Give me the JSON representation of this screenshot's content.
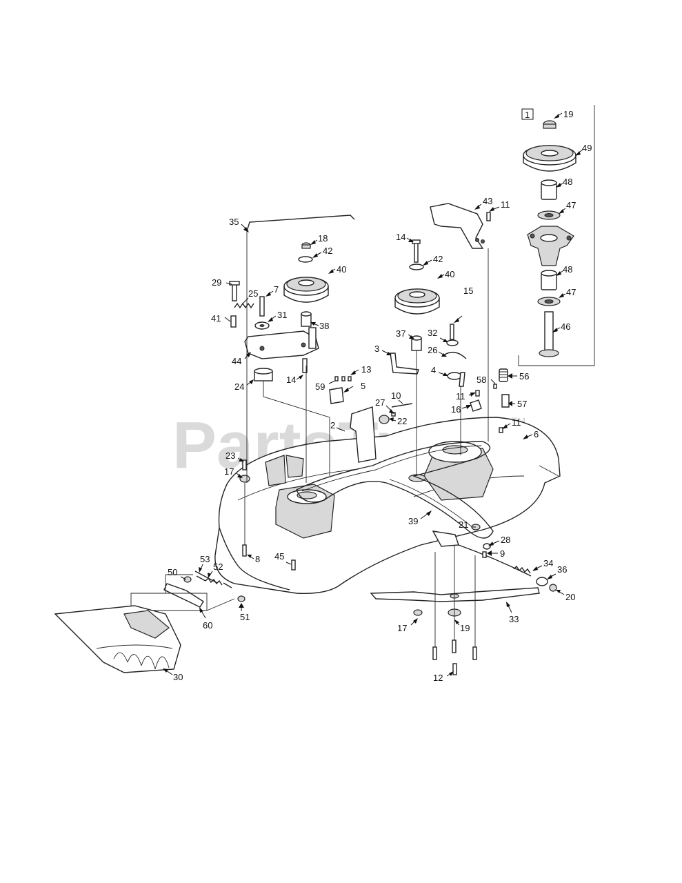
{
  "watermark": {
    "text": "PartsTree",
    "trademark": "TM"
  },
  "kit_marker": "1",
  "callouts": [
    {
      "id": "c19a",
      "label": "19"
    },
    {
      "id": "c49",
      "label": "49"
    },
    {
      "id": "c48a",
      "label": "48"
    },
    {
      "id": "c47a",
      "label": "47"
    },
    {
      "id": "c48b",
      "label": "48"
    },
    {
      "id": "c47b",
      "label": "47"
    },
    {
      "id": "c46",
      "label": "46"
    },
    {
      "id": "c56",
      "label": "56"
    },
    {
      "id": "c57",
      "label": "57"
    },
    {
      "id": "c58",
      "label": "58"
    },
    {
      "id": "c43",
      "label": "43"
    },
    {
      "id": "c11a",
      "label": "11"
    },
    {
      "id": "c35",
      "label": "35"
    },
    {
      "id": "c18",
      "label": "18"
    },
    {
      "id": "c42a",
      "label": "42"
    },
    {
      "id": "c40a",
      "label": "40"
    },
    {
      "id": "c29",
      "label": "29"
    },
    {
      "id": "c25",
      "label": "25"
    },
    {
      "id": "c7",
      "label": "7"
    },
    {
      "id": "c41",
      "label": "41"
    },
    {
      "id": "c31",
      "label": "31"
    },
    {
      "id": "c38",
      "label": "38"
    },
    {
      "id": "c44",
      "label": "44"
    },
    {
      "id": "c24",
      "label": "24"
    },
    {
      "id": "c14a",
      "label": "14"
    },
    {
      "id": "c14b",
      "label": "14"
    },
    {
      "id": "c42b",
      "label": "42"
    },
    {
      "id": "c40b",
      "label": "40"
    },
    {
      "id": "c15",
      "label": "15"
    },
    {
      "id": "c37",
      "label": "37"
    },
    {
      "id": "c32",
      "label": "32"
    },
    {
      "id": "c26",
      "label": "26"
    },
    {
      "id": "c3",
      "label": "3"
    },
    {
      "id": "c4",
      "label": "4"
    },
    {
      "id": "c13",
      "label": "13"
    },
    {
      "id": "c59",
      "label": "59"
    },
    {
      "id": "c5",
      "label": "5"
    },
    {
      "id": "c10",
      "label": "10"
    },
    {
      "id": "c27",
      "label": "27"
    },
    {
      "id": "c22",
      "label": "22"
    },
    {
      "id": "c11b",
      "label": "11"
    },
    {
      "id": "c16",
      "label": "16"
    },
    {
      "id": "c11c",
      "label": "11"
    },
    {
      "id": "c6",
      "label": "6"
    },
    {
      "id": "c2",
      "label": "2"
    },
    {
      "id": "c23",
      "label": "23"
    },
    {
      "id": "c17a",
      "label": "17"
    },
    {
      "id": "c39",
      "label": "39"
    },
    {
      "id": "c21",
      "label": "21"
    },
    {
      "id": "c28",
      "label": "28"
    },
    {
      "id": "c9",
      "label": "9"
    },
    {
      "id": "c34",
      "label": "34"
    },
    {
      "id": "c36",
      "label": "36"
    },
    {
      "id": "c20",
      "label": "20"
    },
    {
      "id": "c8",
      "label": "8"
    },
    {
      "id": "c45",
      "label": "45"
    },
    {
      "id": "c53",
      "label": "53"
    },
    {
      "id": "c52",
      "label": "52"
    },
    {
      "id": "c50",
      "label": "50"
    },
    {
      "id": "c51",
      "label": "51"
    },
    {
      "id": "c60",
      "label": "60"
    },
    {
      "id": "c30",
      "label": "30"
    },
    {
      "id": "c33",
      "label": "33"
    },
    {
      "id": "c17b",
      "label": "17"
    },
    {
      "id": "c19b",
      "label": "19"
    },
    {
      "id": "c12",
      "label": "12"
    }
  ]
}
